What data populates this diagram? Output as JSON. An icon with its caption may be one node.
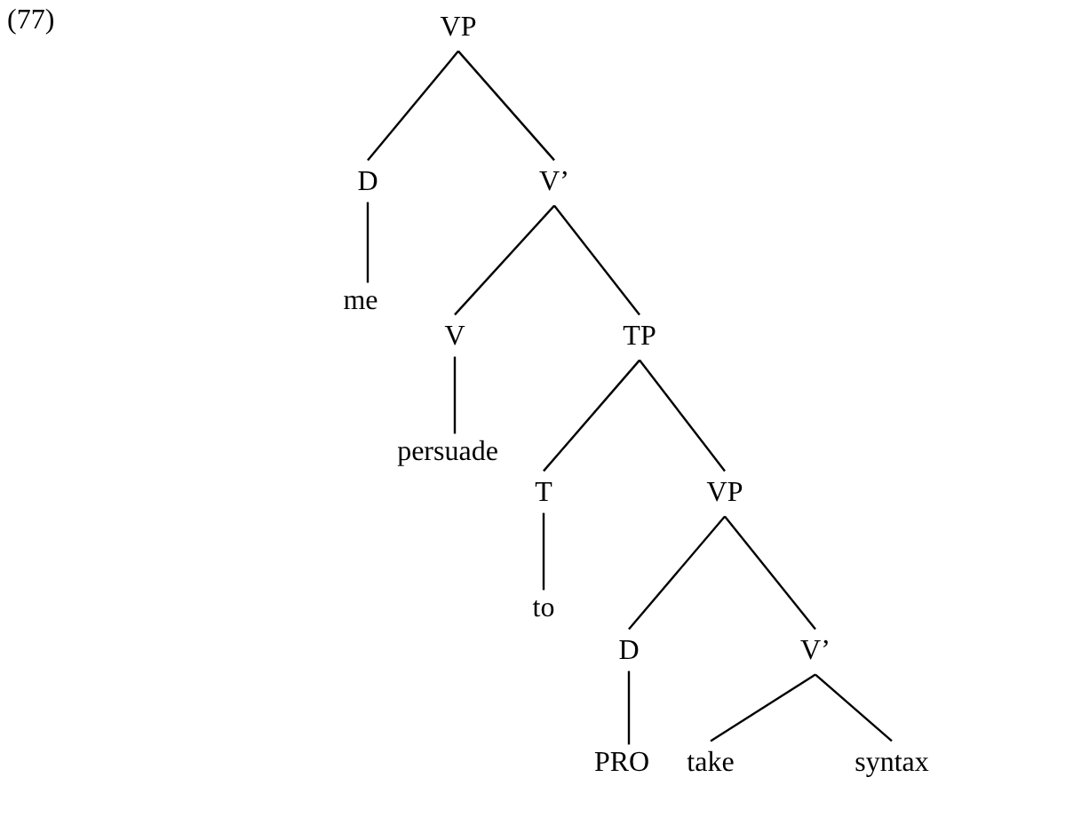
{
  "diagram": {
    "nodes": [
      {
        "text": [
          "VP"
        ]
      },
      {
        "text": [
          "D"
        ]
      },
      {
        "text": [
          "V’"
        ]
      },
      {
        "text": [
          "me"
        ]
      },
      {
        "text": [
          "V"
        ]
      },
      {
        "text": [
          "TP"
        ]
      },
      {
        "text": [
          "persuade"
        ]
      },
      {
        "text": [
          "T"
        ]
      },
      {
        "text": [
          "VP"
        ]
      },
      {
        "text": [
          "to"
        ]
      },
      {
        "text": [
          "D"
        ]
      },
      {
        "text": [
          "V’"
        ]
      },
      {
        "text": [
          "PRO"
        ]
      },
      {
        "text": [
          "take"
        ]
      },
      {
        "text": [
          "syntax"
        ]
      }
    ],
    "edges": [
      {
        "from": 0,
        "to": 1,
        "arrow": "none"
      },
      {
        "from": 0,
        "to": 2,
        "arrow": "none"
      },
      {
        "from": 1,
        "to": 3,
        "arrow": "none"
      },
      {
        "from": 2,
        "to": 4,
        "arrow": "none"
      },
      {
        "from": 2,
        "to": 5,
        "arrow": "none"
      },
      {
        "from": 4,
        "to": 6,
        "arrow": "none"
      },
      {
        "from": 5,
        "to": 7,
        "arrow": "none"
      },
      {
        "from": 5,
        "to": 8,
        "arrow": "none"
      },
      {
        "from": 7,
        "to": 9,
        "arrow": "none"
      },
      {
        "from": 8,
        "to": 10,
        "arrow": "none"
      },
      {
        "from": 8,
        "to": 11,
        "arrow": "none"
      },
      {
        "from": 10,
        "to": 12,
        "arrow": "none"
      },
      {
        "from": 11,
        "to": 13,
        "arrow": "none"
      },
      {
        "from": 11,
        "to": 14,
        "arrow": "none"
      }
    ],
    "labels": [
      "(77)"
    ]
  }
}
